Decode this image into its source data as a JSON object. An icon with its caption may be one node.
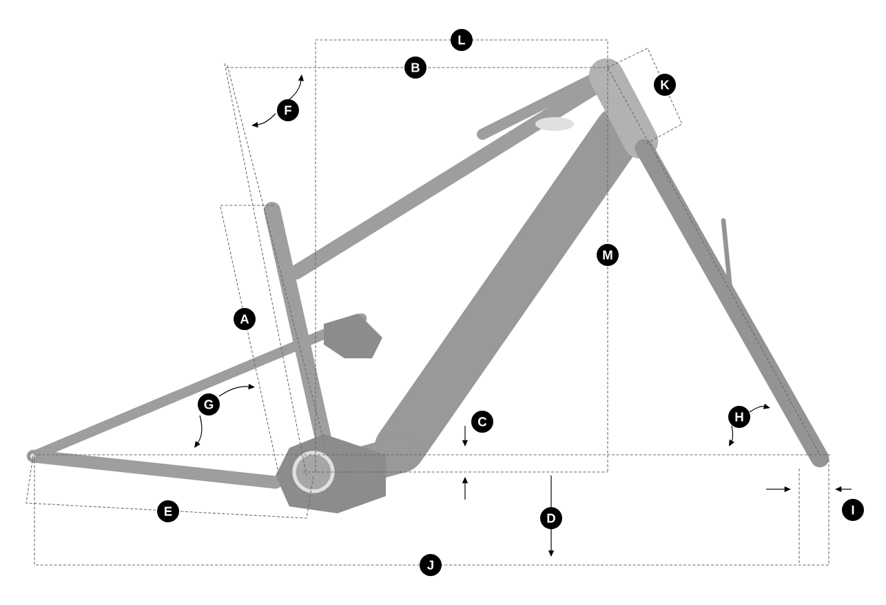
{
  "diagram": {
    "labels": [
      "L",
      "B",
      "K",
      "F",
      "M",
      "A",
      "G",
      "H",
      "C",
      "I",
      "E",
      "D",
      "J"
    ]
  }
}
